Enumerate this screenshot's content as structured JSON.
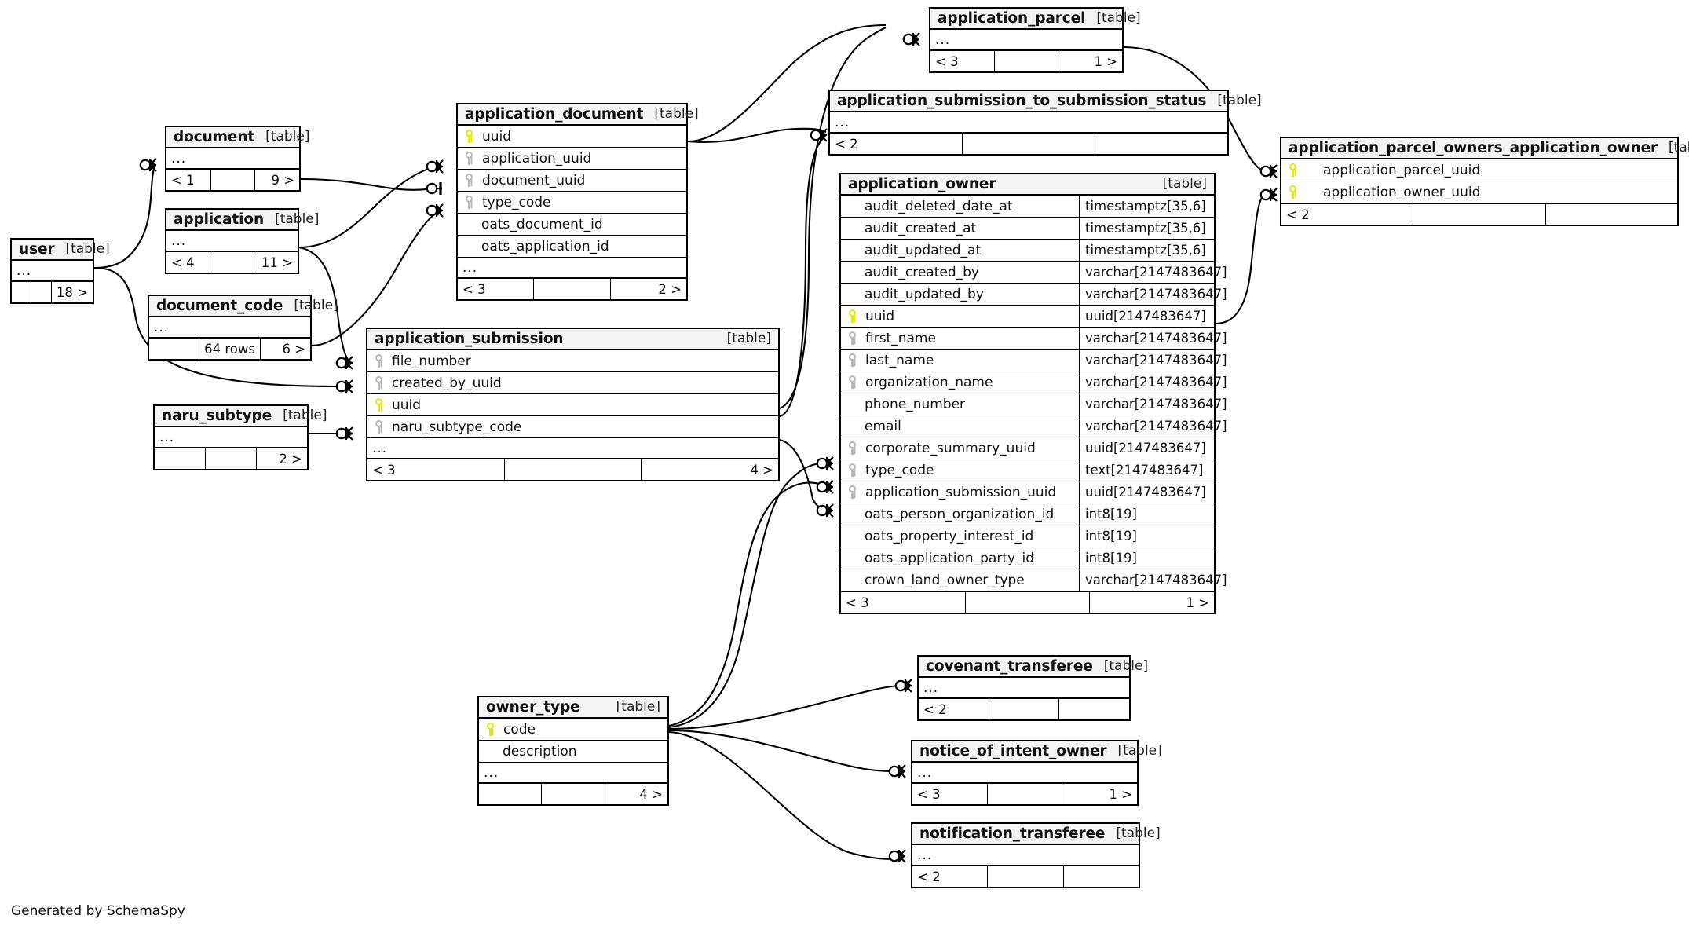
{
  "diagram": {
    "credit": "Generated by SchemaSpy",
    "kind_label": "[table]",
    "ellipsis": "...",
    "colors": {
      "header_bg": "#f4f4f4",
      "border": "#000000",
      "pk_key": "#e8e800",
      "fk_key": "#b8b8b8",
      "background": "#ffffff"
    }
  },
  "tables": {
    "user": {
      "name": "user",
      "kind": "[table]",
      "footer": {
        "left": "",
        "mid": "",
        "right": "18 >"
      }
    },
    "document": {
      "name": "document",
      "kind": "[table]",
      "footer": {
        "left": "< 1",
        "mid": "",
        "right": "9 >"
      }
    },
    "application": {
      "name": "application",
      "kind": "[table]",
      "footer": {
        "left": "< 4",
        "mid": "",
        "right": "11 >"
      }
    },
    "document_code": {
      "name": "document_code",
      "kind": "[table]",
      "footer": {
        "left": "",
        "mid": "64 rows",
        "right": "6 >"
      }
    },
    "naru_subtype": {
      "name": "naru_subtype",
      "kind": "[table]",
      "footer": {
        "left": "",
        "mid": "",
        "right": "2 >"
      }
    },
    "application_document": {
      "name": "application_document",
      "kind": "[table]",
      "columns": [
        {
          "label": "uuid",
          "key": "pk"
        },
        {
          "label": "application_uuid",
          "key": "fk"
        },
        {
          "label": "document_uuid",
          "key": "fk"
        },
        {
          "label": "type_code",
          "key": "fk"
        },
        {
          "label": "oats_document_id",
          "key": "none"
        },
        {
          "label": "oats_application_id",
          "key": "none"
        }
      ],
      "footer": {
        "left": "< 3",
        "mid": "",
        "right": "2 >"
      }
    },
    "application_submission": {
      "name": "application_submission",
      "kind": "[table]",
      "columns": [
        {
          "label": "file_number",
          "key": "fk"
        },
        {
          "label": "created_by_uuid",
          "key": "fk"
        },
        {
          "label": "uuid",
          "key": "pk"
        },
        {
          "label": "naru_subtype_code",
          "key": "fk"
        }
      ],
      "footer": {
        "left": "< 3",
        "mid": "",
        "right": "4 >"
      }
    },
    "application_parcel": {
      "name": "application_parcel",
      "kind": "[table]",
      "footer": {
        "left": "< 3",
        "mid": "",
        "right": "1 >"
      }
    },
    "application_submission_to_submission_status": {
      "name": "application_submission_to_submission_status",
      "kind": "[table]",
      "footer": {
        "left": "< 2",
        "mid": "",
        "right": ""
      }
    },
    "application_parcel_owners_application_owner": {
      "name": "application_parcel_owners_application_owner",
      "kind": "[table]",
      "columns": [
        {
          "label": "application_parcel_uuid",
          "key": "pk"
        },
        {
          "label": "application_owner_uuid",
          "key": "pk"
        }
      ],
      "footer": {
        "left": "< 2",
        "mid": "",
        "right": ""
      }
    },
    "application_owner": {
      "name": "application_owner",
      "kind": "[table]",
      "columns": [
        {
          "label": "audit_deleted_date_at",
          "key": "none",
          "type": "timestamptz[35,6]"
        },
        {
          "label": "audit_created_at",
          "key": "none",
          "type": "timestamptz[35,6]"
        },
        {
          "label": "audit_updated_at",
          "key": "none",
          "type": "timestamptz[35,6]"
        },
        {
          "label": "audit_created_by",
          "key": "none",
          "type": "varchar[2147483647]"
        },
        {
          "label": "audit_updated_by",
          "key": "none",
          "type": "varchar[2147483647]"
        },
        {
          "label": "uuid",
          "key": "pk",
          "type": "uuid[2147483647]"
        },
        {
          "label": "first_name",
          "key": "fk",
          "type": "varchar[2147483647]"
        },
        {
          "label": "last_name",
          "key": "fk",
          "type": "varchar[2147483647]"
        },
        {
          "label": "organization_name",
          "key": "fk",
          "type": "varchar[2147483647]"
        },
        {
          "label": "phone_number",
          "key": "none",
          "type": "varchar[2147483647]"
        },
        {
          "label": "email",
          "key": "none",
          "type": "varchar[2147483647]"
        },
        {
          "label": "corporate_summary_uuid",
          "key": "fk",
          "type": "uuid[2147483647]"
        },
        {
          "label": "type_code",
          "key": "fk",
          "type": "text[2147483647]"
        },
        {
          "label": "application_submission_uuid",
          "key": "fk",
          "type": "uuid[2147483647]"
        },
        {
          "label": "oats_person_organization_id",
          "key": "none",
          "type": "int8[19]"
        },
        {
          "label": "oats_property_interest_id",
          "key": "none",
          "type": "int8[19]"
        },
        {
          "label": "oats_application_party_id",
          "key": "none",
          "type": "int8[19]"
        },
        {
          "label": "crown_land_owner_type",
          "key": "none",
          "type": "varchar[2147483647]"
        }
      ],
      "footer": {
        "left": "< 3",
        "mid": "",
        "right": "1 >"
      }
    },
    "owner_type": {
      "name": "owner_type",
      "kind": "[table]",
      "columns": [
        {
          "label": "code",
          "key": "pk"
        },
        {
          "label": "description",
          "key": "none"
        }
      ],
      "footer": {
        "left": "",
        "mid": "",
        "right": "4 >"
      }
    },
    "covenant_transferee": {
      "name": "covenant_transferee",
      "kind": "[table]",
      "footer": {
        "left": "< 2",
        "mid": "",
        "right": ""
      }
    },
    "notice_of_intent_owner": {
      "name": "notice_of_intent_owner",
      "kind": "[table]",
      "footer": {
        "left": "< 3",
        "mid": "",
        "right": "1 >"
      }
    },
    "notification_transferee": {
      "name": "notification_transferee",
      "kind": "[table]",
      "footer": {
        "left": "< 2",
        "mid": "",
        "right": ""
      }
    }
  }
}
